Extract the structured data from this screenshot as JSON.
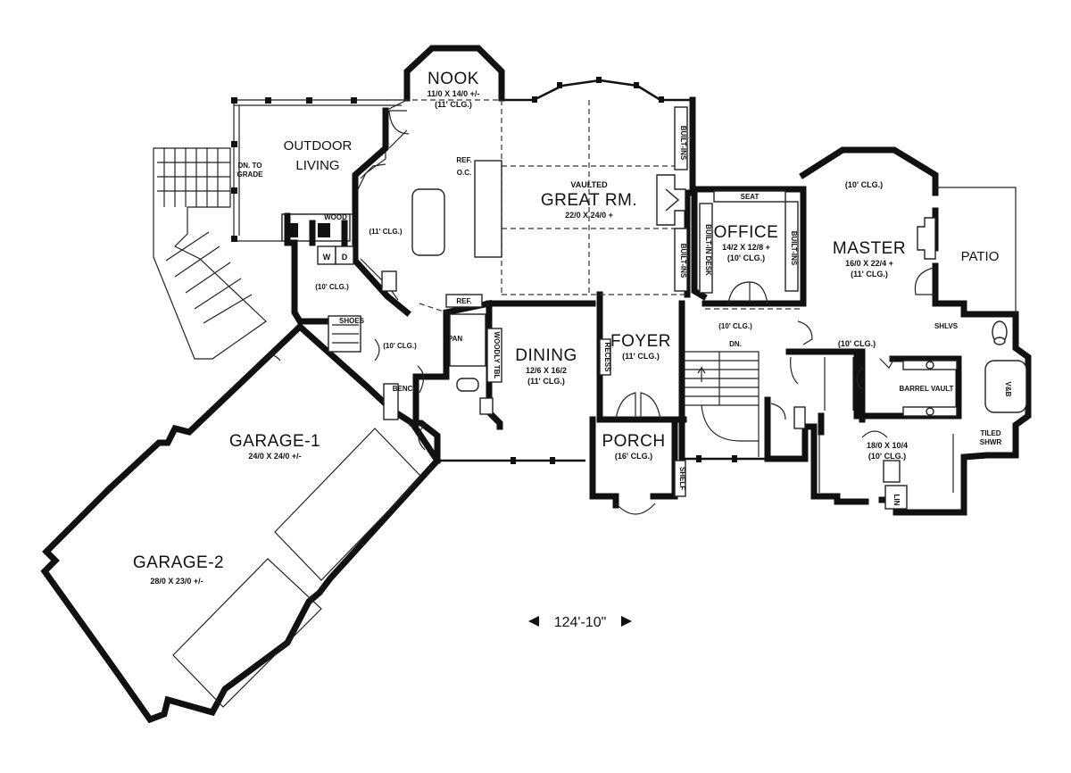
{
  "rooms": {
    "nook": {
      "name": "NOOK",
      "size": "11/0 X 14/0 +/-",
      "clg": "(11' CLG.)"
    },
    "outdoor_living": {
      "name_1": "OUTDOOR",
      "name_2": "LIVING",
      "note_1": "DN. TO",
      "note_2": "GRADE"
    },
    "great_rm": {
      "note": "VAULTED",
      "name": "GREAT RM.",
      "size": "22/0 X 24/0 +"
    },
    "office": {
      "name": "OFFICE",
      "size": "14/2 X 12/8 +",
      "clg": "(10' CLG.)"
    },
    "master": {
      "name": "MASTER",
      "size": "16/0 X 22/4 +",
      "clg": "(11' CLG.)",
      "clg_top": "(10' CLG.)",
      "clg_bottom": "(10' CLG.)"
    },
    "patio": {
      "name": "PATIO"
    },
    "dining": {
      "name": "DINING",
      "size": "12/6 X 16/2",
      "clg": "(11' CLG.)"
    },
    "foyer": {
      "name": "FOYER",
      "clg": "(11' CLG.)"
    },
    "porch": {
      "name": "PORCH",
      "clg": "(16' CLG.)"
    },
    "garage_1": {
      "name": "GARAGE-1",
      "size": "24/0 X 24/0 +/-"
    },
    "garage_2": {
      "name": "GARAGE-2",
      "size": "28/0 X 23/0 +/-"
    },
    "kitchen": {
      "clg": "(11' CLG.)",
      "ref": "REF.",
      "oven": "O.C."
    },
    "laundry": {
      "clg": "(10' CLG.)",
      "w": "W",
      "d": "D"
    },
    "mud": {
      "clg": "(10' CLG.)",
      "pan": "PAN"
    },
    "stair": {
      "clg": "(10' CLG.)",
      "dn": "DN."
    },
    "closet": {
      "size": "18/0 X 10/4",
      "clg": "(10' CLG.)"
    }
  },
  "labels": {
    "wood": "WOOD",
    "ref": "REF.",
    "built_ins": "BUILT-INS",
    "built_in_desk": "BUILT-IN DESK",
    "seat": "SEAT",
    "woodly_tbl": "WOODLY TBL",
    "recess": "RECESS",
    "bench": "BENCH",
    "shoes": "SHOES",
    "shelf": "SHELF",
    "barrel_vault": "BARREL VAULT",
    "tiled_shwr_1": "TILED",
    "tiled_shwr_2": "SHWR",
    "shlvs": "SHLVS",
    "tub": "V&B",
    "lin": "LIN"
  },
  "overall_dimension": "124'-10\""
}
